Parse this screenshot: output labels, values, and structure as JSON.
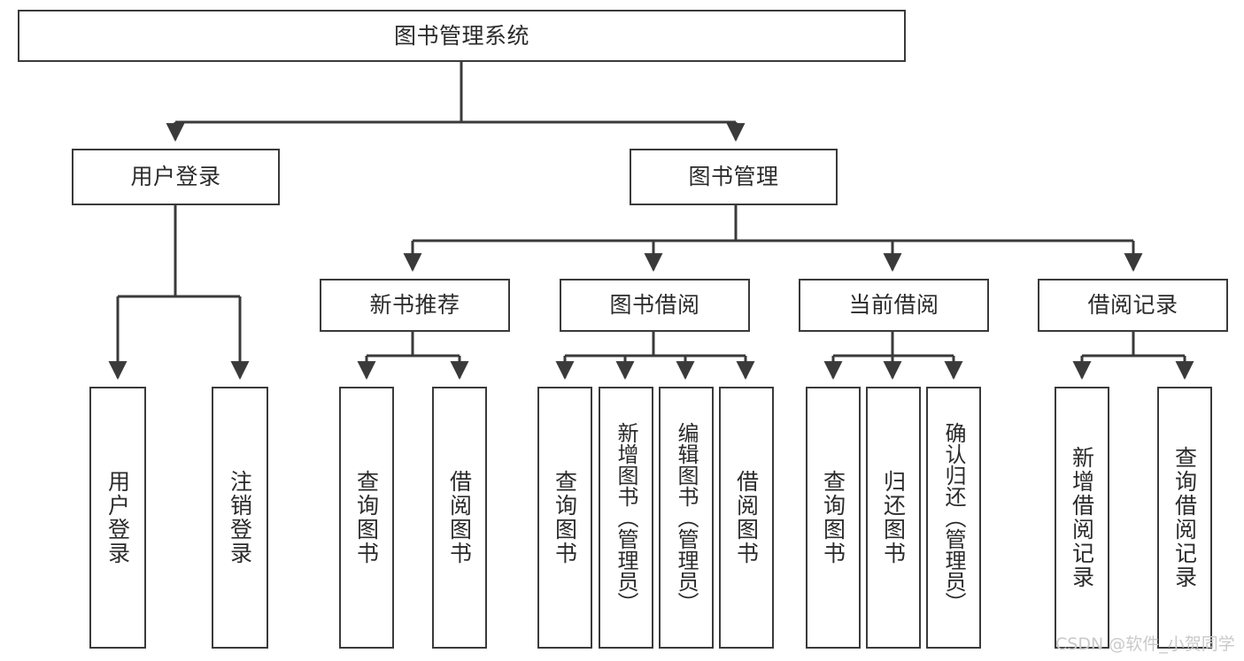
{
  "diagram": {
    "title": "图书管理系统",
    "watermark": "CSDN @软件_小贺同学",
    "colors": {
      "stroke": "#3a3a3a",
      "text": "#2b2b2b",
      "background": "#ffffff",
      "watermark": "#c9c9c9"
    },
    "root": {
      "label": "图书管理系统"
    },
    "level2": [
      {
        "label": "用户登录"
      },
      {
        "label": "图书管理"
      }
    ],
    "level3": [
      {
        "label": "新书推荐"
      },
      {
        "label": "图书借阅"
      },
      {
        "label": "当前借阅"
      },
      {
        "label": "借阅记录"
      }
    ],
    "leaves": {
      "user_login": [
        {
          "label": "用户登录"
        },
        {
          "label": "注销登录"
        }
      ],
      "new_books": [
        {
          "label": "查询图书"
        },
        {
          "label": "借阅图书"
        }
      ],
      "book_borrow": [
        {
          "label": "查询图书"
        },
        {
          "label": "新增图书（管理员）"
        },
        {
          "label": "编辑图书（管理员）"
        },
        {
          "label": "借阅图书"
        }
      ],
      "current_borrow": [
        {
          "label": "查询图书"
        },
        {
          "label": "归还图书"
        },
        {
          "label": "确认归还（管理员）"
        }
      ],
      "borrow_records": [
        {
          "label": "新增借阅记录"
        },
        {
          "label": "查询借阅记录"
        }
      ]
    }
  }
}
